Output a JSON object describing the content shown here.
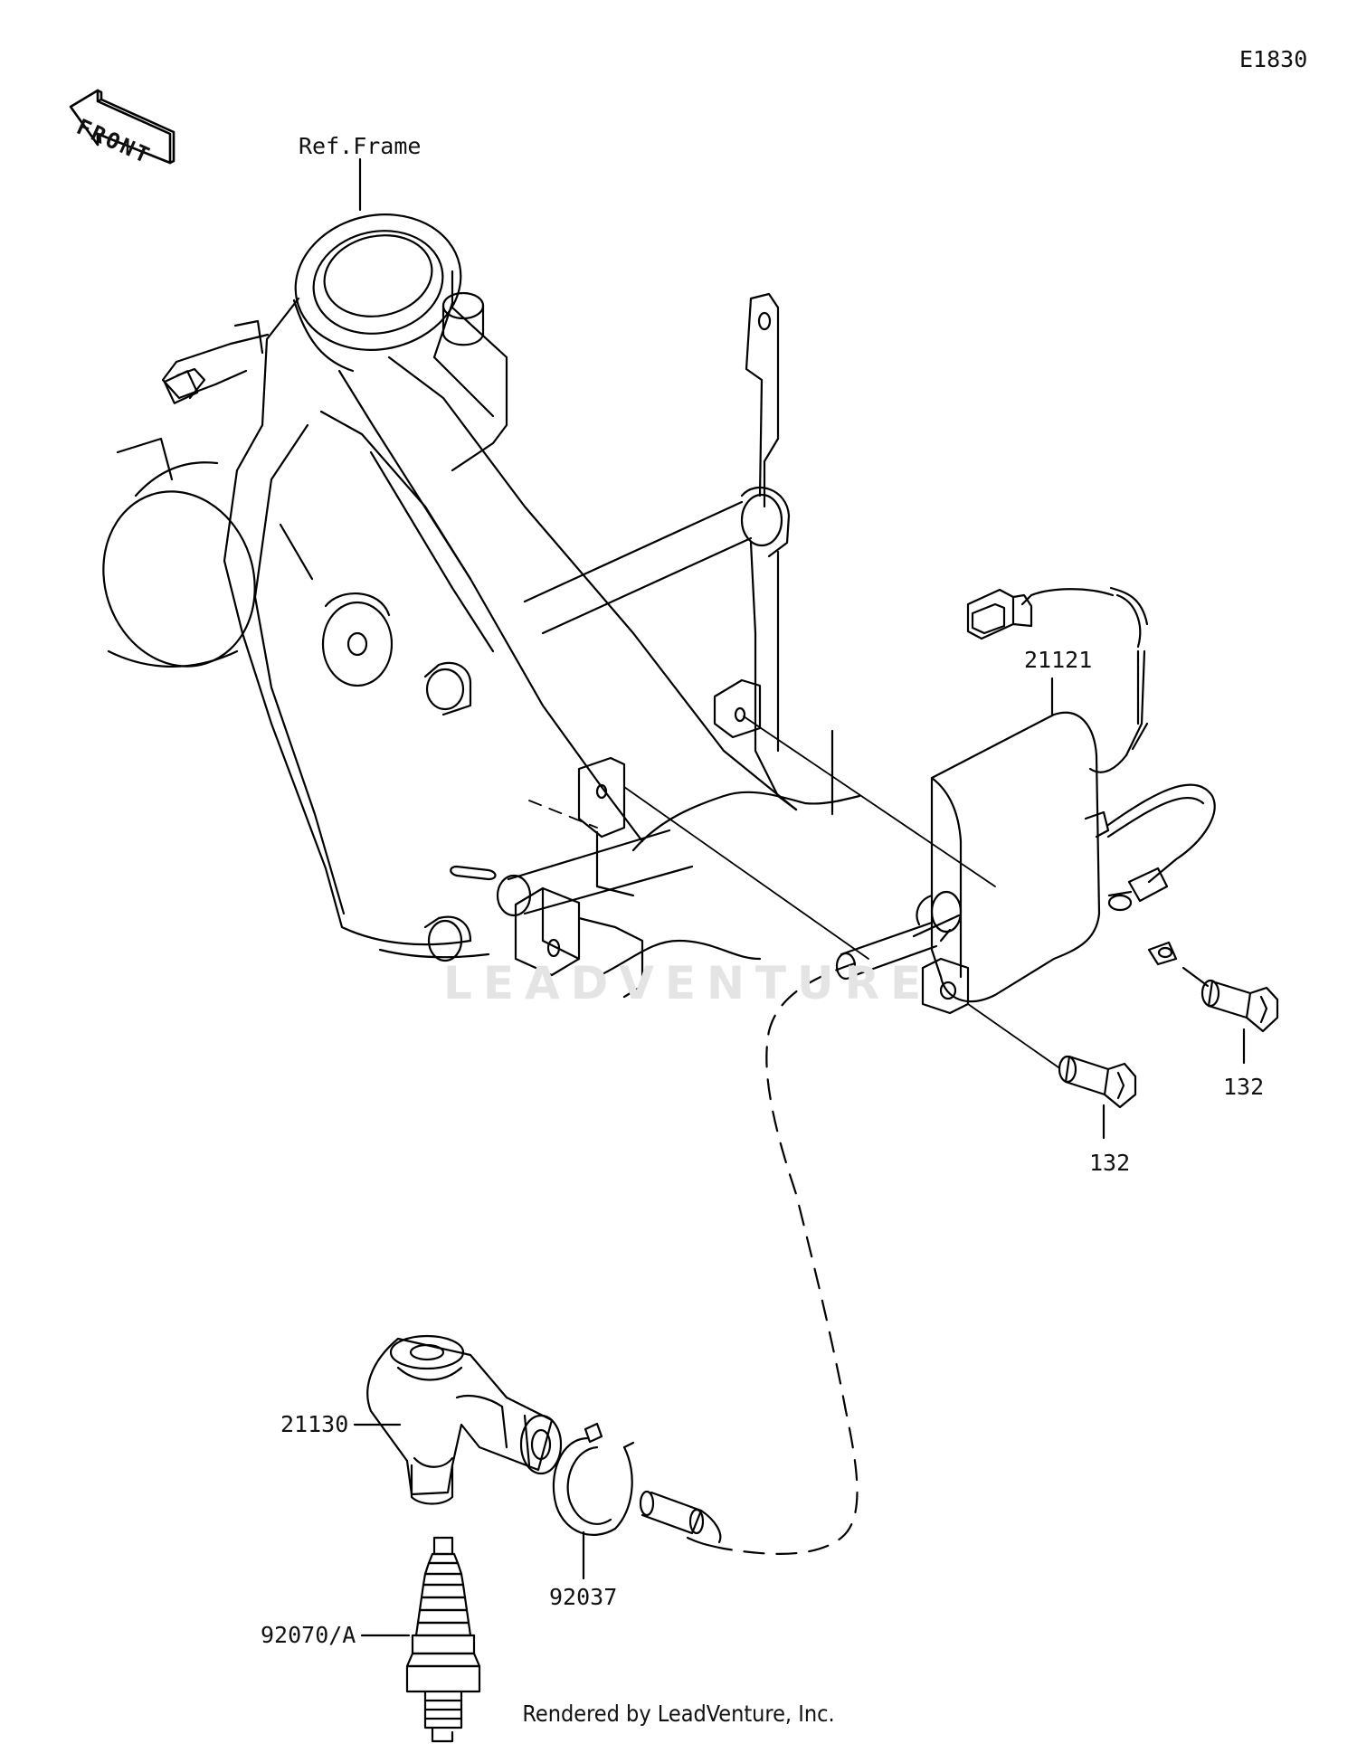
{
  "diagram": {
    "code": "E1830",
    "front_label": "FRONT",
    "watermark": "LEADVENTURE",
    "footer": "Rendered by LeadVenture, Inc.",
    "callouts": {
      "frame": "Ref.Frame",
      "coil_lead": "21121",
      "bolt_right": "132",
      "bolt_left": "132",
      "plug_cap": "21130",
      "clip": "92037",
      "spark_plug": "92070/A"
    }
  }
}
